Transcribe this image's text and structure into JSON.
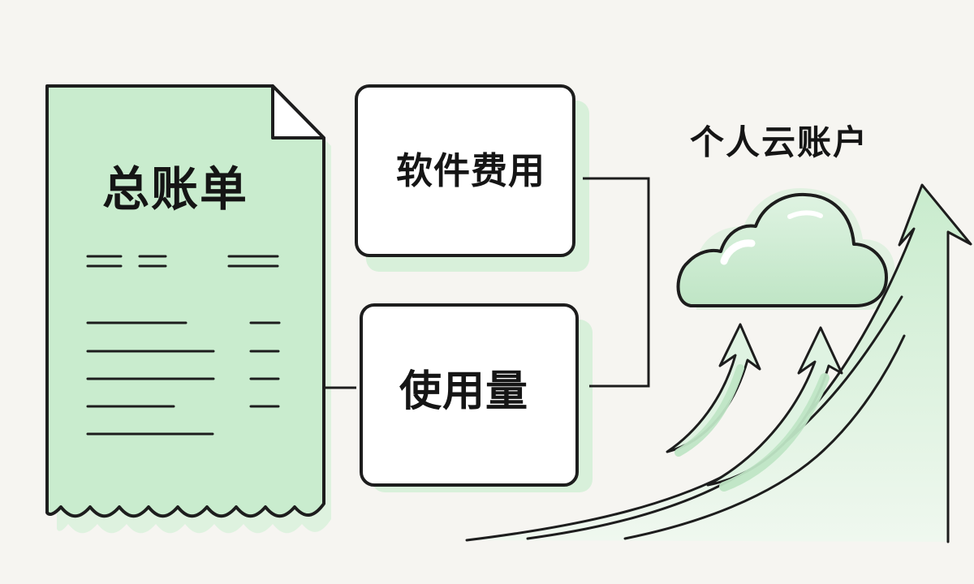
{
  "bill": {
    "title": "总账单"
  },
  "boxes": {
    "software_fee": "软件费用",
    "usage": "使用量"
  },
  "cloud": {
    "label": "个人云账户"
  },
  "colors": {
    "background": "#f6f5f1",
    "accent_green": "#c7ebcc",
    "accent_green_light": "#dff3e2",
    "outline": "#1d1d1d"
  },
  "icons": {
    "bill": "receipt-icon",
    "cloud": "cloud-icon",
    "arrows": "upward-arrow-icon"
  }
}
